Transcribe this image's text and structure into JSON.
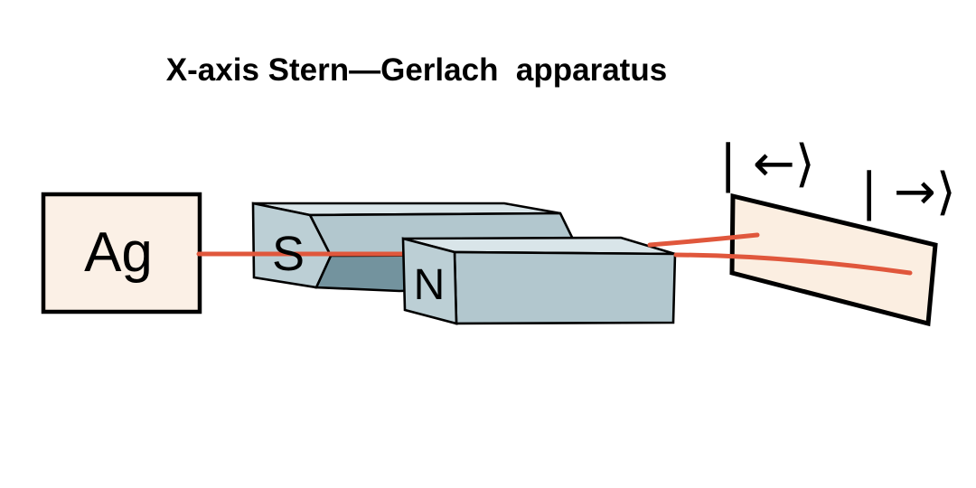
{
  "title": "X-axis Stern—Gerlach  apparatus",
  "source": {
    "label": "Ag"
  },
  "magnets": {
    "south_label": "S",
    "north_label": "N"
  },
  "screen": {
    "ket_left": "| ←⟩",
    "ket_right": "| →⟩"
  },
  "colors": {
    "background": "#ffffff",
    "outline": "#000000",
    "text": "#000000",
    "source_fill": "#fbf0e6",
    "screen_fill": "#fbeee1",
    "magnet_top": "#d9e5e9",
    "magnet_face": "#b2c7ce",
    "magnet_side": "#bccfd5",
    "magnet_dark": "#73939e",
    "beam": "#e0573c"
  }
}
